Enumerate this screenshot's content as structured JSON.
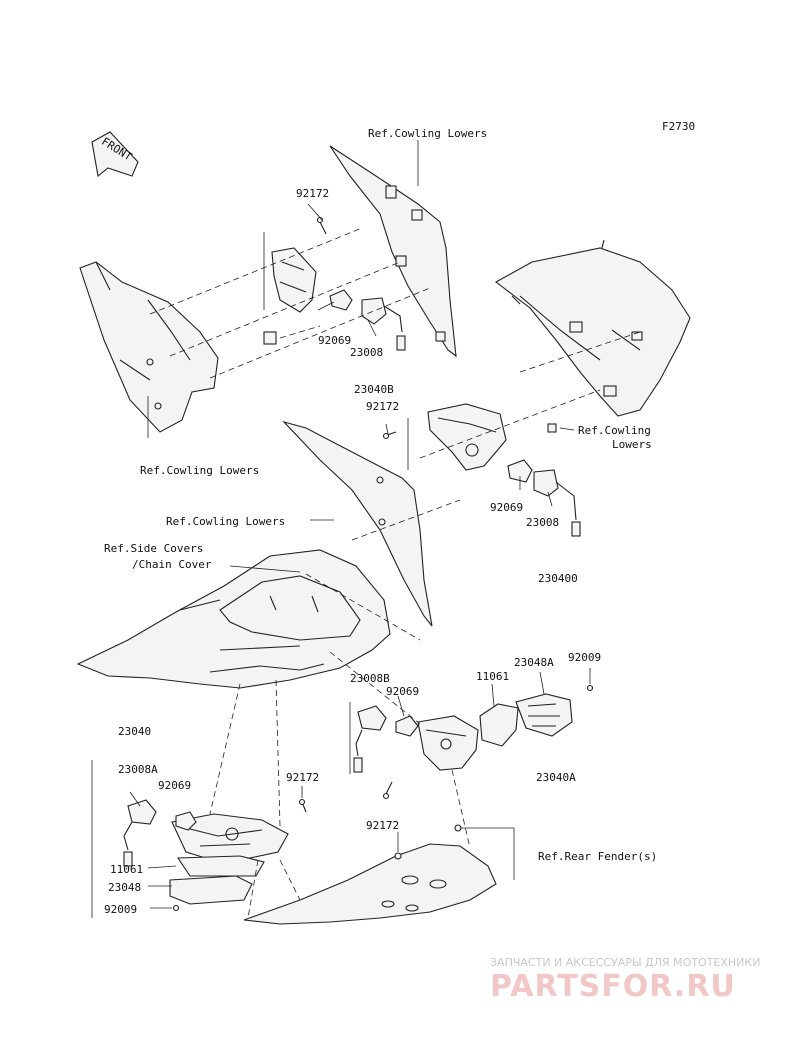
{
  "figure_code": "F2730",
  "front_badge": "FRONT",
  "refs": {
    "cowling_top": "Ref.Cowling Lowers",
    "cowling_left": "Ref.Cowling Lowers",
    "cowling_right_1": "Ref.Cowling",
    "cowling_right_2": "Lowers",
    "cowling_mid": "Ref.Cowling Lowers",
    "side_covers_1": "Ref.Side Covers",
    "side_covers_2": "/Chain Cover",
    "rear_fender": "Ref.Rear Fender(s)"
  },
  "parts": {
    "p92172_a": "92172",
    "p92069_a": "92069",
    "p23008_a": "23008",
    "p23040B": "23040B",
    "p92172_b": "92172",
    "p92069_b": "92069",
    "p23008_b": "23008",
    "p23040D": "230400",
    "p23040": "23040",
    "p23008A": "23008A",
    "p92069_c": "92069",
    "p92172_c": "92172",
    "p11061_a": "11061",
    "p23048": "23048",
    "p92009_a": "92009",
    "p92172_d": "92172",
    "p23008B": "23008B",
    "p92069_d": "92069",
    "p11061_b": "11061",
    "p23048A": "23048A",
    "p92009_b": "92009",
    "p23040A": "23040A"
  },
  "watermark": {
    "line1": "ЗАПЧАСТИ И АКСЕССУАРЫ ДЛЯ МОТОТЕХНИКИ",
    "line2": "PARTSFOR.RU"
  }
}
